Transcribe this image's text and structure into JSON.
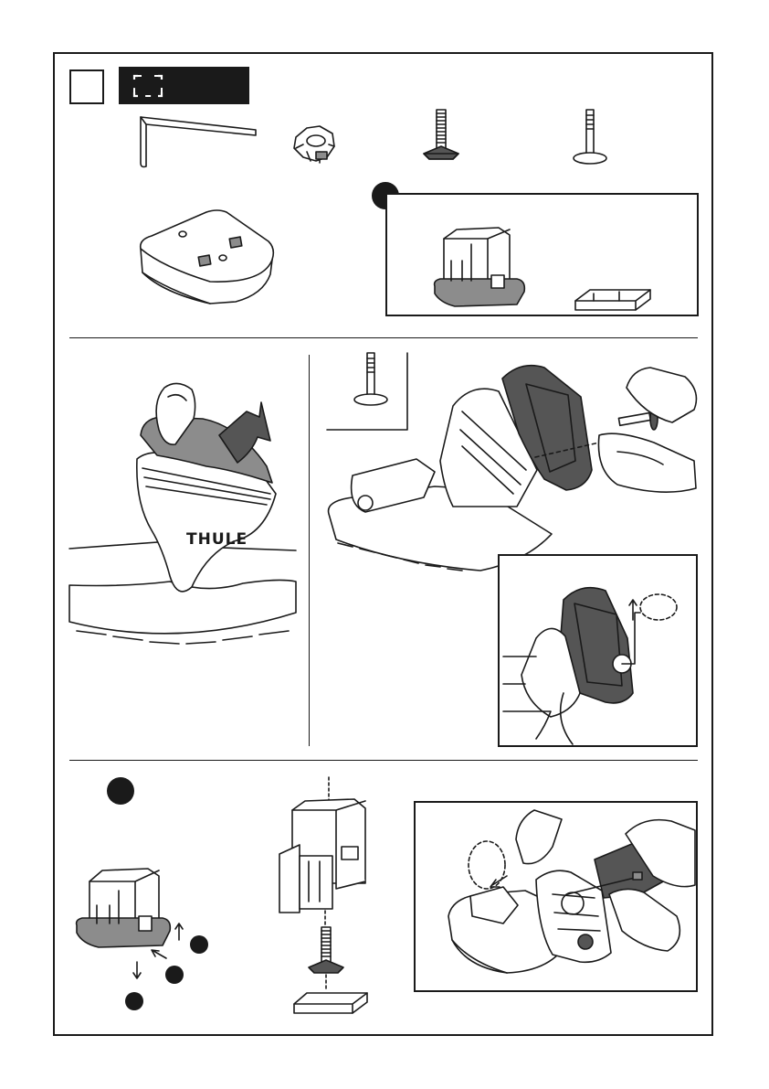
{
  "brand": {
    "logo_text": "THULE"
  },
  "colors": {
    "ink": "#1a1a1a",
    "paper": "#ffffff",
    "part_grey": "#8c8c8c",
    "dark_part": "#555555"
  },
  "parts_section": {
    "icons": [
      "hex-key",
      "star-knob",
      "bolt-with-washer",
      "t-bolt",
      "adapter-base-plate"
    ],
    "alternative_parts_icons": [
      "footpad-bracket",
      "clip-plate"
    ]
  },
  "assembly_section": {
    "icons": [
      "strap-cover-removal",
      "t-bolt",
      "adapter-mounting",
      "allen-key-tightening"
    ]
  },
  "bracket_section": {
    "icons": [
      "footpad-bracket-disassembly",
      "exploded-bracket-assembly",
      "final-clip-installation"
    ]
  }
}
